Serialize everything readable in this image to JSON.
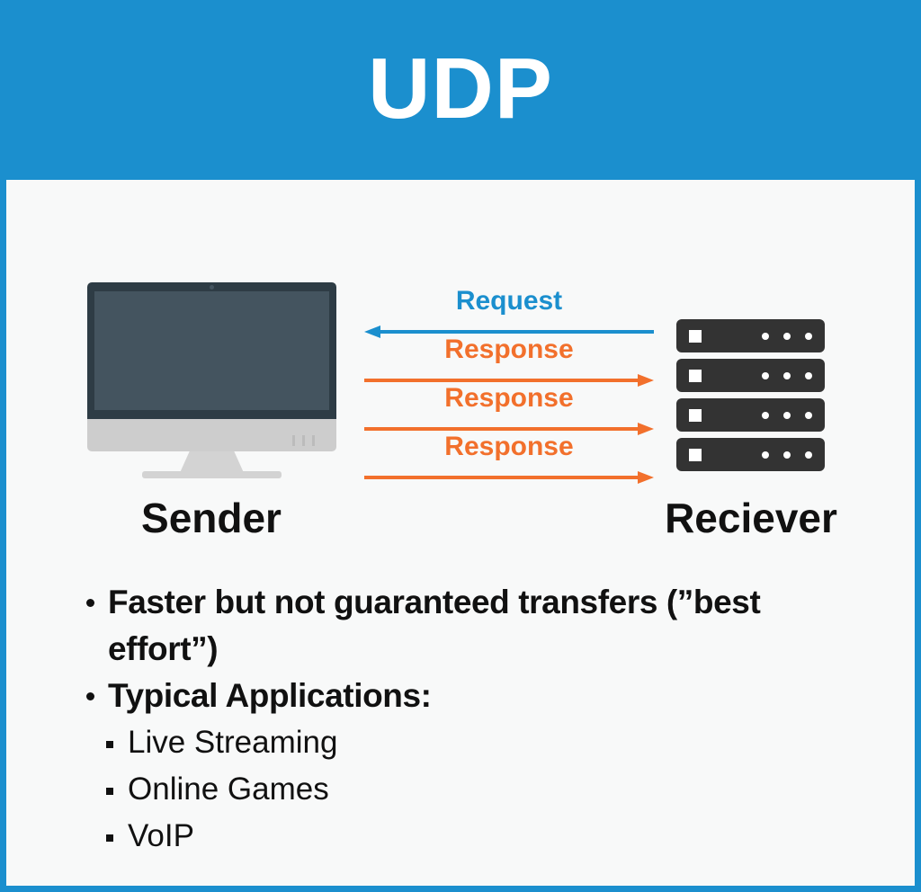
{
  "header": {
    "title": "UDP",
    "background_color": "#1b8fce",
    "text_color": "#ffffff"
  },
  "panel": {
    "background_color": "#f8f9f9",
    "border_color": "#1b8fce"
  },
  "diagram": {
    "sender": {
      "label": "Sender",
      "icon": "desktop-monitor-icon",
      "bezel_color": "#2e3c45",
      "screen_color": "#44545f",
      "base_color": "#cdcdcd"
    },
    "receiver": {
      "label": "Reciever",
      "icon": "server-rack-icon",
      "unit_color": "#333333",
      "unit_count": 4,
      "dots_per_unit": 3
    },
    "flows": [
      {
        "label": "Request",
        "direction": "left",
        "color": "#1b8fce",
        "name": "request-flow"
      },
      {
        "label": "Response",
        "direction": "right",
        "color": "#f2702c",
        "name": "response-flow-1"
      },
      {
        "label": "Response",
        "direction": "right",
        "color": "#f2702c",
        "name": "response-flow-2"
      },
      {
        "label": "Response",
        "direction": "right",
        "color": "#f2702c",
        "name": "response-flow-3"
      }
    ]
  },
  "bullets": {
    "items": [
      {
        "level": "main",
        "text": "Faster but not guaranteed transfers (”best effort”)"
      },
      {
        "level": "main",
        "text": "Typical Applications:"
      },
      {
        "level": "sub",
        "text": "Live Streaming"
      },
      {
        "level": "sub",
        "text": "Online Games"
      },
      {
        "level": "sub",
        "text": "VoIP"
      }
    ]
  }
}
